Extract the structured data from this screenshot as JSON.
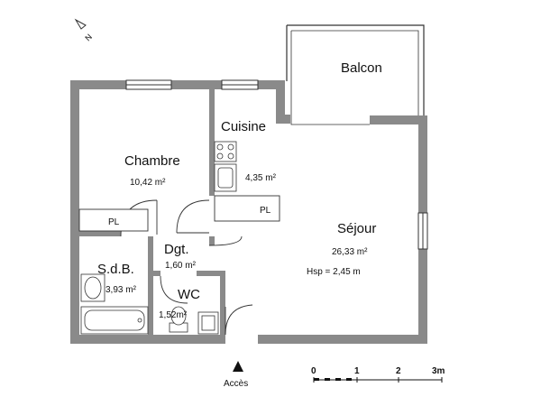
{
  "rooms": {
    "balcon": {
      "name": "Balcon"
    },
    "cuisine": {
      "name": "Cuisine",
      "area": "4,35 m²"
    },
    "chambre": {
      "name": "Chambre",
      "area": "10,42 m²"
    },
    "sejour": {
      "name": "Séjour",
      "area": "26,33 m²",
      "height": "Hsp = 2,45 m"
    },
    "dgt": {
      "name": "Dgt.",
      "area": "1,60 m²"
    },
    "sdb": {
      "name": "S.d.B.",
      "area": "3,93 m²"
    },
    "wc": {
      "name": "WC",
      "area": "1,52m²"
    }
  },
  "closets": {
    "chambre": "PL",
    "sejour": "PL"
  },
  "access": {
    "label": "Accès"
  },
  "north": {
    "label": "N"
  },
  "scale": {
    "ticks": [
      "0",
      "1",
      "2",
      "3m"
    ]
  },
  "colors": {
    "wall": "#8a8a8a",
    "line": "#333333"
  }
}
